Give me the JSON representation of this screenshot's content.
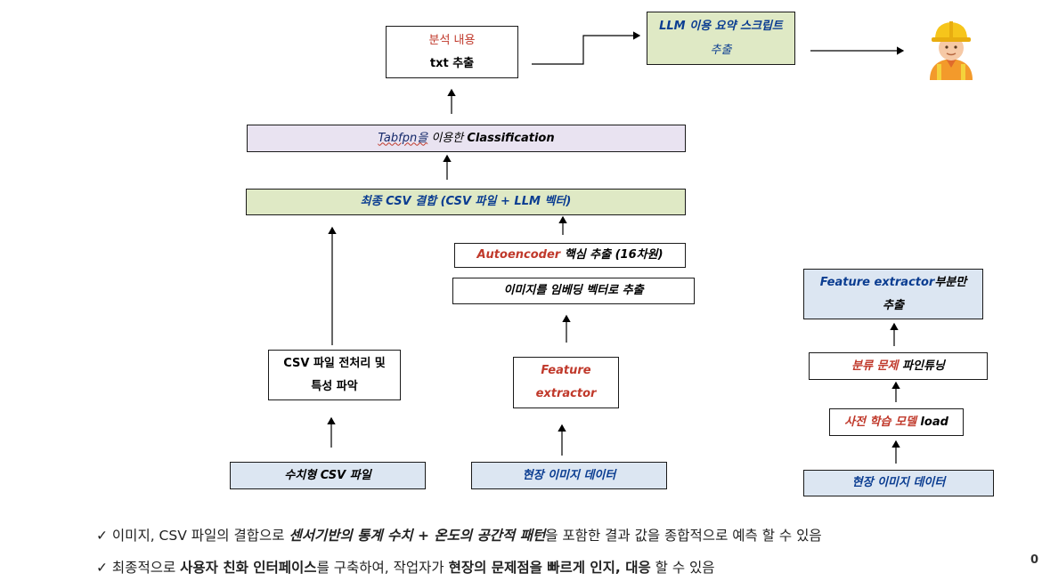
{
  "nodes": {
    "analysis": {
      "line1": "분석 내용",
      "line2": "txt 추출"
    },
    "llm_script": {
      "line1": "LLM 이용 요약 스크립트",
      "line2": "추출"
    },
    "tabpfn": {
      "part1": "Tabfpn을",
      "part2": " 이용한 ",
      "part3": "Classification"
    },
    "combine": {
      "text": "최종 CSV 결합 (CSV 파일 + LLM 벡터)"
    },
    "autoencoder": {
      "part1": "Autoencoder",
      "part2": " 핵심 추출 (16차원)"
    },
    "embed": {
      "text": "이미지를 임베딩 벡터로 추출"
    },
    "csv_pre": {
      "line1": "CSV 파일 전처리 및",
      "line2": "특성 파악"
    },
    "feature_ext": {
      "line1": "Feature",
      "line2": "extractor"
    },
    "numeric_csv": {
      "text": "수치형 CSV 파일"
    },
    "site_img_mid": {
      "text": "현장 이미지 데이터"
    },
    "fe_part": {
      "part1": "Feature extractor",
      "part2": "부분만",
      "line2": "추출"
    },
    "finetune": {
      "part1": "분류 문제",
      "part2": " 파인튜닝"
    },
    "pretrain": {
      "part1": "사전 학습 모델",
      "part2": " load"
    },
    "site_img_right": {
      "text": "현장 이미지 데이터"
    }
  },
  "icons": {
    "worker": "construction-worker-icon"
  },
  "notes": [
    {
      "check": "✓",
      "a": " 이미지, CSV 파일의 결합으로 ",
      "b": "센서기반의 통계 수치 + 온도의 공간적 패턴",
      "c": "을 포함한 결과 값을 종합적으로 예측 할 수 있음"
    },
    {
      "check": "✓",
      "a": " 최종적으로 ",
      "b": "사용자 친화 인터페이스",
      "c": "를 구축하여, 작업자가 ",
      "d": "현장의 문제점을 빠르게 인지, 대응",
      "e": " 할 수 있음"
    }
  ],
  "page_number": "0"
}
